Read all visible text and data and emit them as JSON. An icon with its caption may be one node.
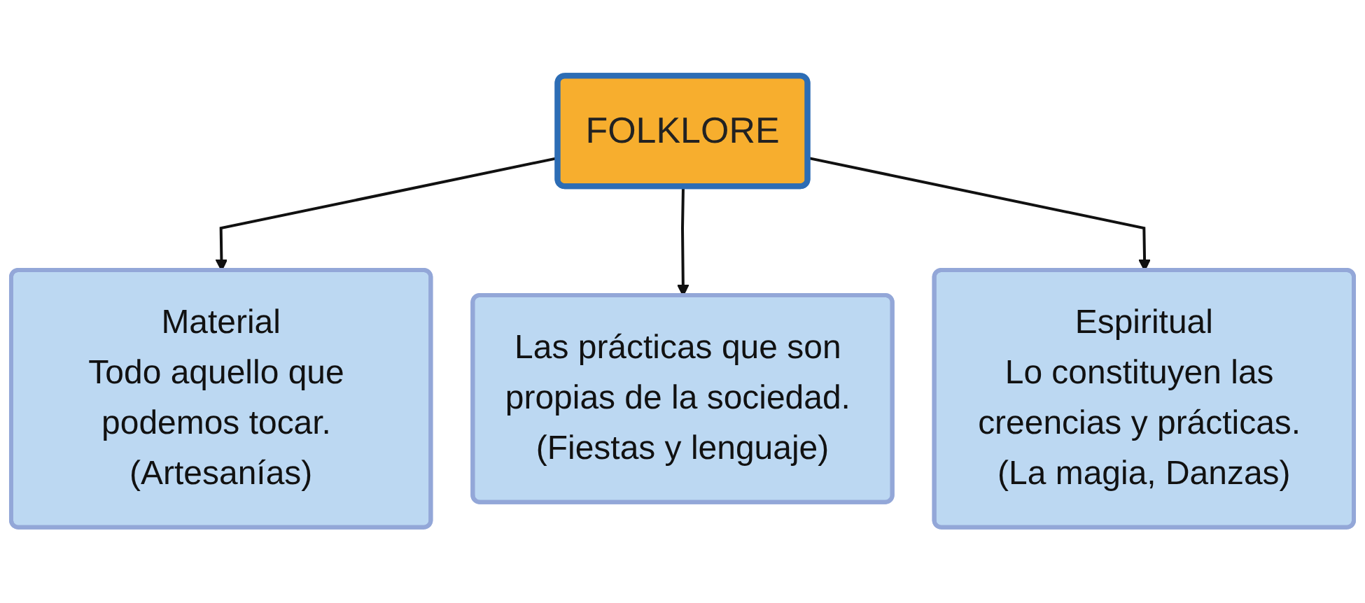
{
  "diagram": {
    "nodes": [
      {
        "text": [
          "FOLKLORE"
        ]
      },
      {
        "text": [
          "Material",
          "Todo aquello que podemos tocar. (Artesanías)"
        ]
      },
      {
        "text": [
          "Las prácticas que son propias de la sociedad. (Fiestas y lenguaje)"
        ]
      },
      {
        "text": [
          "Espiritual",
          "Lo constituyen las creencias y prácticas. (La magia, Danzas)"
        ]
      }
    ],
    "edges": [
      {
        "from": 0,
        "to": 1,
        "arrow": "to"
      },
      {
        "from": 0,
        "to": 2,
        "arrow": "to"
      },
      {
        "from": 0,
        "to": 3,
        "arrow": "to"
      }
    ]
  }
}
